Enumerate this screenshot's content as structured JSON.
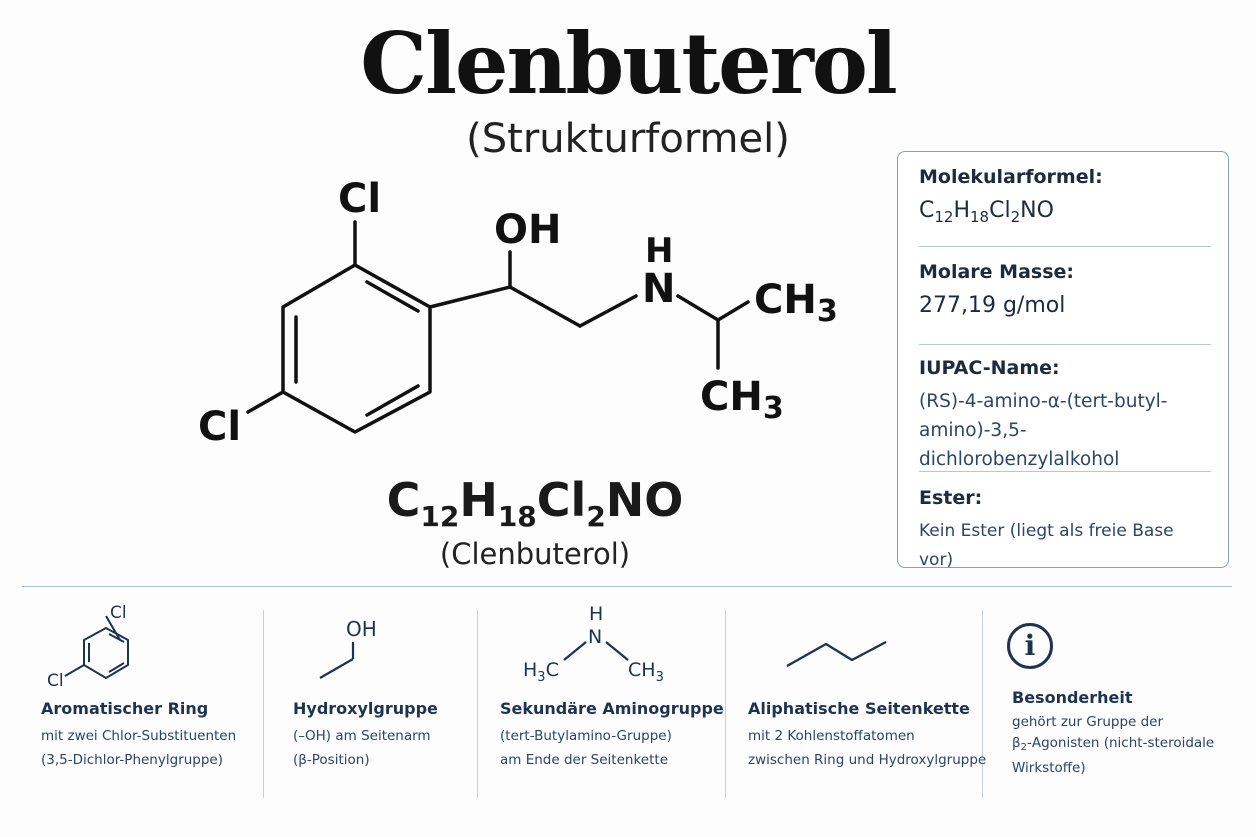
{
  "header": {
    "title": "Clenbuterol",
    "subtitle": "(Strukturformel)"
  },
  "structure": {
    "atoms": {
      "cl_top": "Cl",
      "cl_left": "Cl",
      "oh": "OH",
      "n": "N",
      "h": "H",
      "ch3_right": "CH",
      "ch3_right_sub": "3",
      "ch3_bottom": "CH",
      "ch3_bottom_sub": "3"
    },
    "formula": {
      "c": "C",
      "c_n": "12",
      "h": "H",
      "h_n": "18",
      "cl": "Cl",
      "cl_n": "2",
      "rest": "NO"
    },
    "caption": "(Clenbuterol)"
  },
  "info_box": {
    "molecular_formula": {
      "label": "Molekularformel:",
      "c": "C",
      "c_n": "12",
      "h": "H",
      "h_n": "18",
      "cl": "Cl",
      "cl_n": "2",
      "rest": "NO"
    },
    "molar_mass": {
      "label": "Molare Masse:",
      "value": "277,19 g/mol"
    },
    "iupac": {
      "label": "IUPAC-Name:",
      "line1": "(RS)-4-amino-α-(tert-butyl-",
      "line2": "amino)-3,5-dichlorobenzylalkohol"
    },
    "ester": {
      "label": "Ester:",
      "value": "Kein Ester (liegt als freie Base vor)"
    }
  },
  "features": [
    {
      "title": "Aromatischer Ring",
      "line1": "mit zwei Chlor-Substituenten",
      "line2": "(3,5-Dichlor-Phenylgruppe)",
      "icon": "chlorobenzene-icon",
      "icon_labels": {
        "cl_top": "Cl",
        "cl_left": "Cl"
      }
    },
    {
      "title": "Hydroxylgruppe",
      "line1": "(–OH) am Seitenarm",
      "line2": "(β-Position)",
      "icon": "hydroxyl-icon",
      "icon_labels": {
        "oh": "OH"
      }
    },
    {
      "title": "Sekundäre Aminogruppe",
      "line1": "(tert-Butylamino-Gruppe)",
      "line2": "am Ende der Seitenkette",
      "icon": "amine-icon",
      "icon_labels": {
        "h": "H",
        "n": "N",
        "h3c": "H",
        "h3c_sub": "3",
        "h3c_c": "C",
        "ch3": "CH",
        "ch3_sub": "3"
      }
    },
    {
      "title": "Aliphatische Seitenkette",
      "line1": "mit 2 Kohlenstoffatomen",
      "line2": "zwischen Ring und Hydroxylgruppe",
      "icon": "zigzag-chain-icon"
    },
    {
      "title": "Besonderheit",
      "line1": "gehört zur Gruppe der",
      "line2_pre": "β",
      "line2_sub": "2",
      "line2_post": "-Agonisten (nicht-steroidale",
      "line3": "Wirkstoffe)",
      "icon": "info-icon",
      "icon_glyph": "i"
    }
  ],
  "colors": {
    "text_dark": "#111111",
    "navy": "#1e3350",
    "border": "#8ba0b6"
  }
}
